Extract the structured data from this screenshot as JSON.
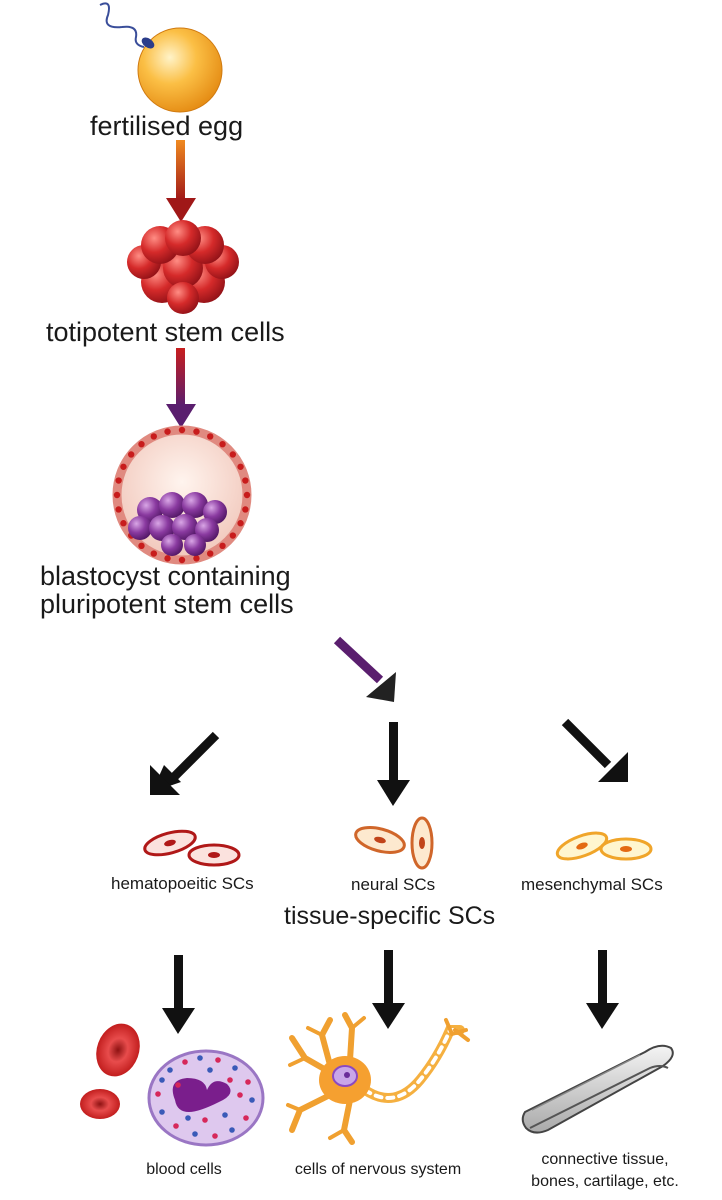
{
  "diagram": {
    "stages": {
      "egg": "fertilised egg",
      "totipotent": "totipotent stem cells",
      "blastocyst_line1": "blastocyst containing",
      "blastocyst_line2": "pluripotent stem cells"
    },
    "stem_cells": {
      "hematopoietic": "hematopoeitic SCs",
      "neural": "neural SCs",
      "mesenchymal": "mesenchymal SCs",
      "group": "tissue-specific SCs"
    },
    "outcomes": {
      "blood": "blood cells",
      "nervous": "cells of nervous system",
      "connective_line1": "connective tissue,",
      "connective_line2": "bones, cartilage, etc."
    }
  },
  "colors": {
    "egg": "#f5a623",
    "morula": "#c8202a",
    "pluripotent": "#7a2a8c",
    "arrow_red": "#a82020",
    "arrow_purple": "#5a1e6e",
    "arrow_black": "#111111",
    "neuron": "#f0a030",
    "bone": "#cfcfcf"
  }
}
